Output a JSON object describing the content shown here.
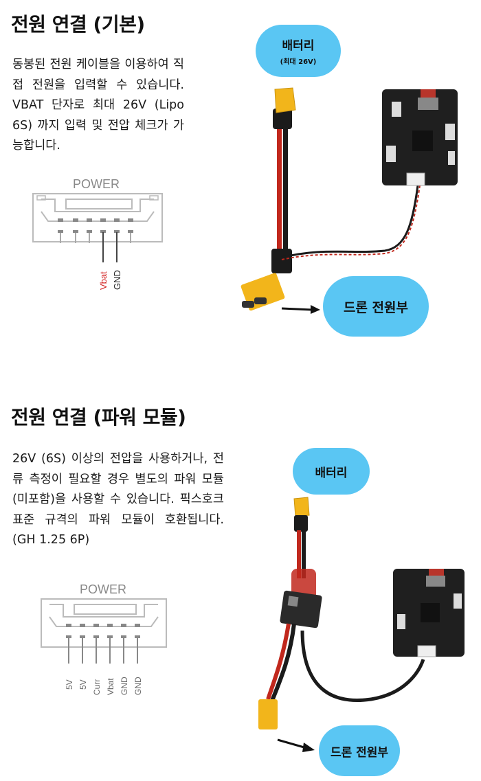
{
  "section1": {
    "title": "전원 연결 (기본)",
    "description": "동봉된 전원 케이블을 이용하여 직접 전원을 입력할 수 있습니다. VBAT 단자로 최대 26V (Lipo 6S) 까지 입력 및 전압 체크가 가능합니다.",
    "connector": {
      "title": "POWER",
      "pin_labels": [
        "Vbat",
        "GND"
      ],
      "pin_colors": [
        "#d2201f",
        "#222222"
      ]
    },
    "battery_pill": {
      "label": "배터리",
      "sub": "(최대 26V)"
    },
    "drone_pill": {
      "label": "드론 전원부"
    }
  },
  "section2": {
    "title": "전원 연결 (파워 모듈)",
    "description": "26V (6S) 이상의 전압을 사용하거나, 전류 측정이 필요할 경우 별도의 파워 모듈(미포함)을 사용할 수 있습니다. 픽스호크 표준 규격의 파워 모듈이 호환됩니다. (GH 1.25 6P)",
    "connector": {
      "title": "POWER",
      "pin_labels": [
        "5V",
        "5V",
        "Curr",
        "Vbat",
        "GND",
        "GND"
      ]
    },
    "battery_pill": {
      "label": "배터리"
    },
    "drone_pill": {
      "label": "드론 전원부"
    }
  },
  "colors": {
    "pill": "#5ac6f3",
    "xt60": "#f2b51b",
    "wire_red": "#c1281d",
    "wire_black": "#1b1b1b",
    "board": "#1f1f1f"
  }
}
